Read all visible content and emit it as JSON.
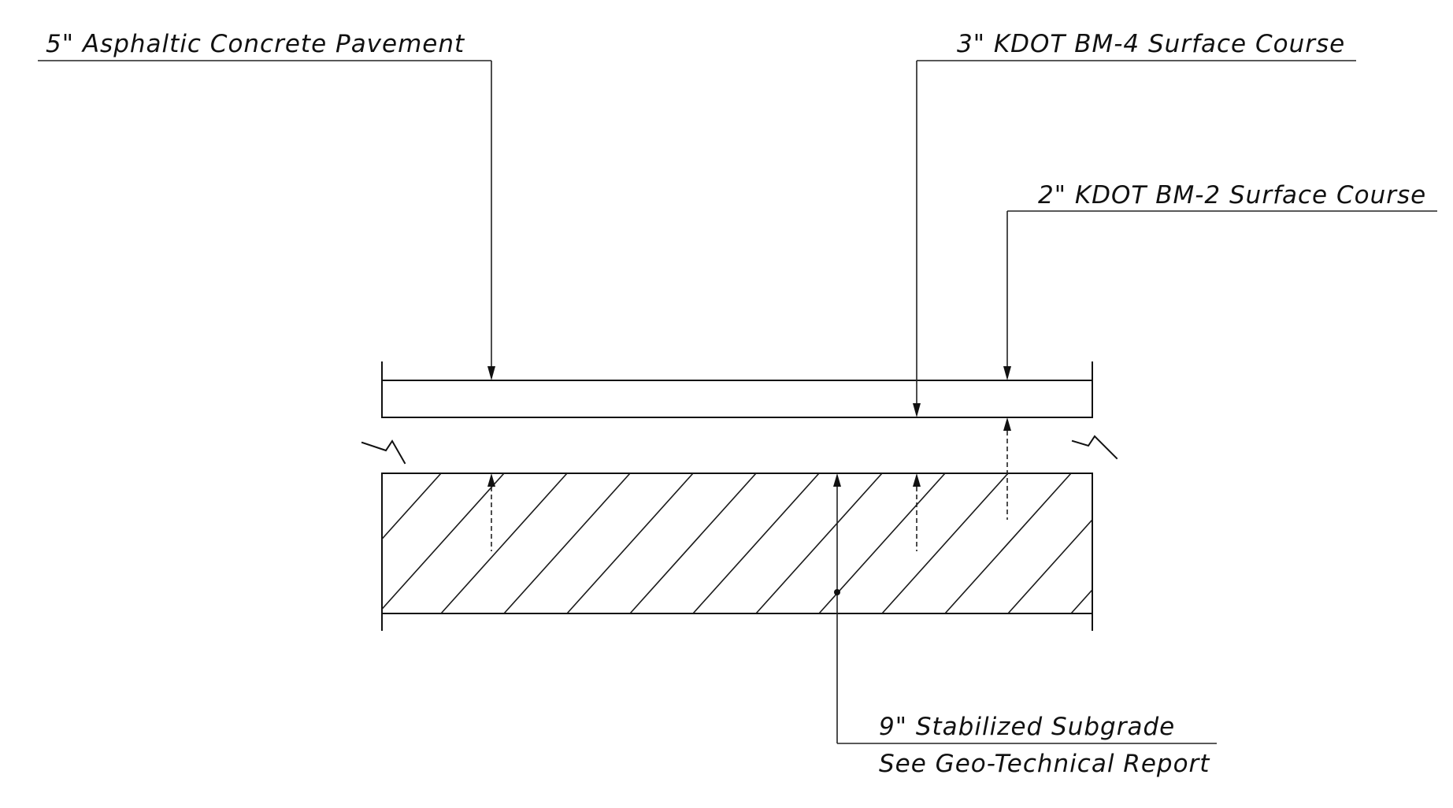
{
  "callouts": {
    "asphalt_pavement": "5\" Asphaltic Concrete Pavement",
    "bm4_surface": "3\" KDOT BM-4 Surface Course",
    "bm2_surface": "2\" KDOT BM-2 Surface Course",
    "subgrade_line1": "9\" Stabilized Subgrade",
    "subgrade_line2": "See Geo-Technical Report"
  },
  "colors": {
    "ink": "#111111",
    "paper": "#ffffff"
  }
}
